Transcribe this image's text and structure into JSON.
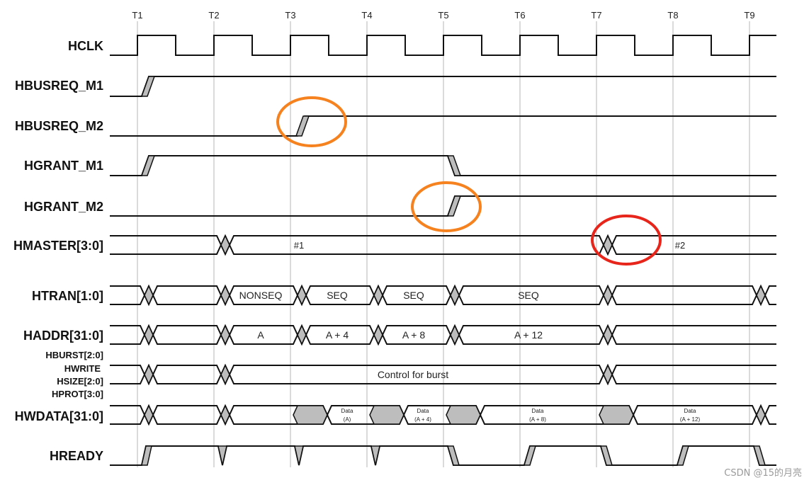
{
  "ticks": [
    "T1",
    "T2",
    "T3",
    "T4",
    "T5",
    "T6",
    "T7",
    "T8",
    "T9"
  ],
  "signals": {
    "hclk": "HCLK",
    "hbusreq_m1": "HBUSREQ_M1",
    "hbusreq_m2": "HBUSREQ_M2",
    "hgrant_m1": "HGRANT_M1",
    "hgrant_m2": "HGRANT_M2",
    "hmaster": "HMASTER[3:0]",
    "htran": "HTRAN[1:0]",
    "haddr": "HADDR[31:0]",
    "ctrl": [
      "HBURST[2:0]",
      "HWRITE",
      "HSIZE[2:0]",
      "HPROT[3:0]"
    ],
    "hwdata": "HWDATA[31:0]",
    "hready": "HREADY"
  },
  "hmaster_values": [
    "#1",
    "#2"
  ],
  "htran_values": [
    "NONSEQ",
    "SEQ",
    "SEQ",
    "SEQ"
  ],
  "haddr_values": [
    "A",
    "A + 4",
    "A + 8",
    "A + 12"
  ],
  "control_text": "Control for burst",
  "hwdata_values": [
    [
      "Data",
      "(A)"
    ],
    [
      "Data",
      "(A + 4)"
    ],
    [
      "Data",
      "(A + 8)"
    ],
    [
      "Data",
      "(A + 12)"
    ]
  ],
  "annotation_colors": {
    "orange": "#f5821f",
    "red": "#e8251a"
  },
  "transition_fill": "#bdbdbd",
  "watermark": "CSDN @15的月亮"
}
